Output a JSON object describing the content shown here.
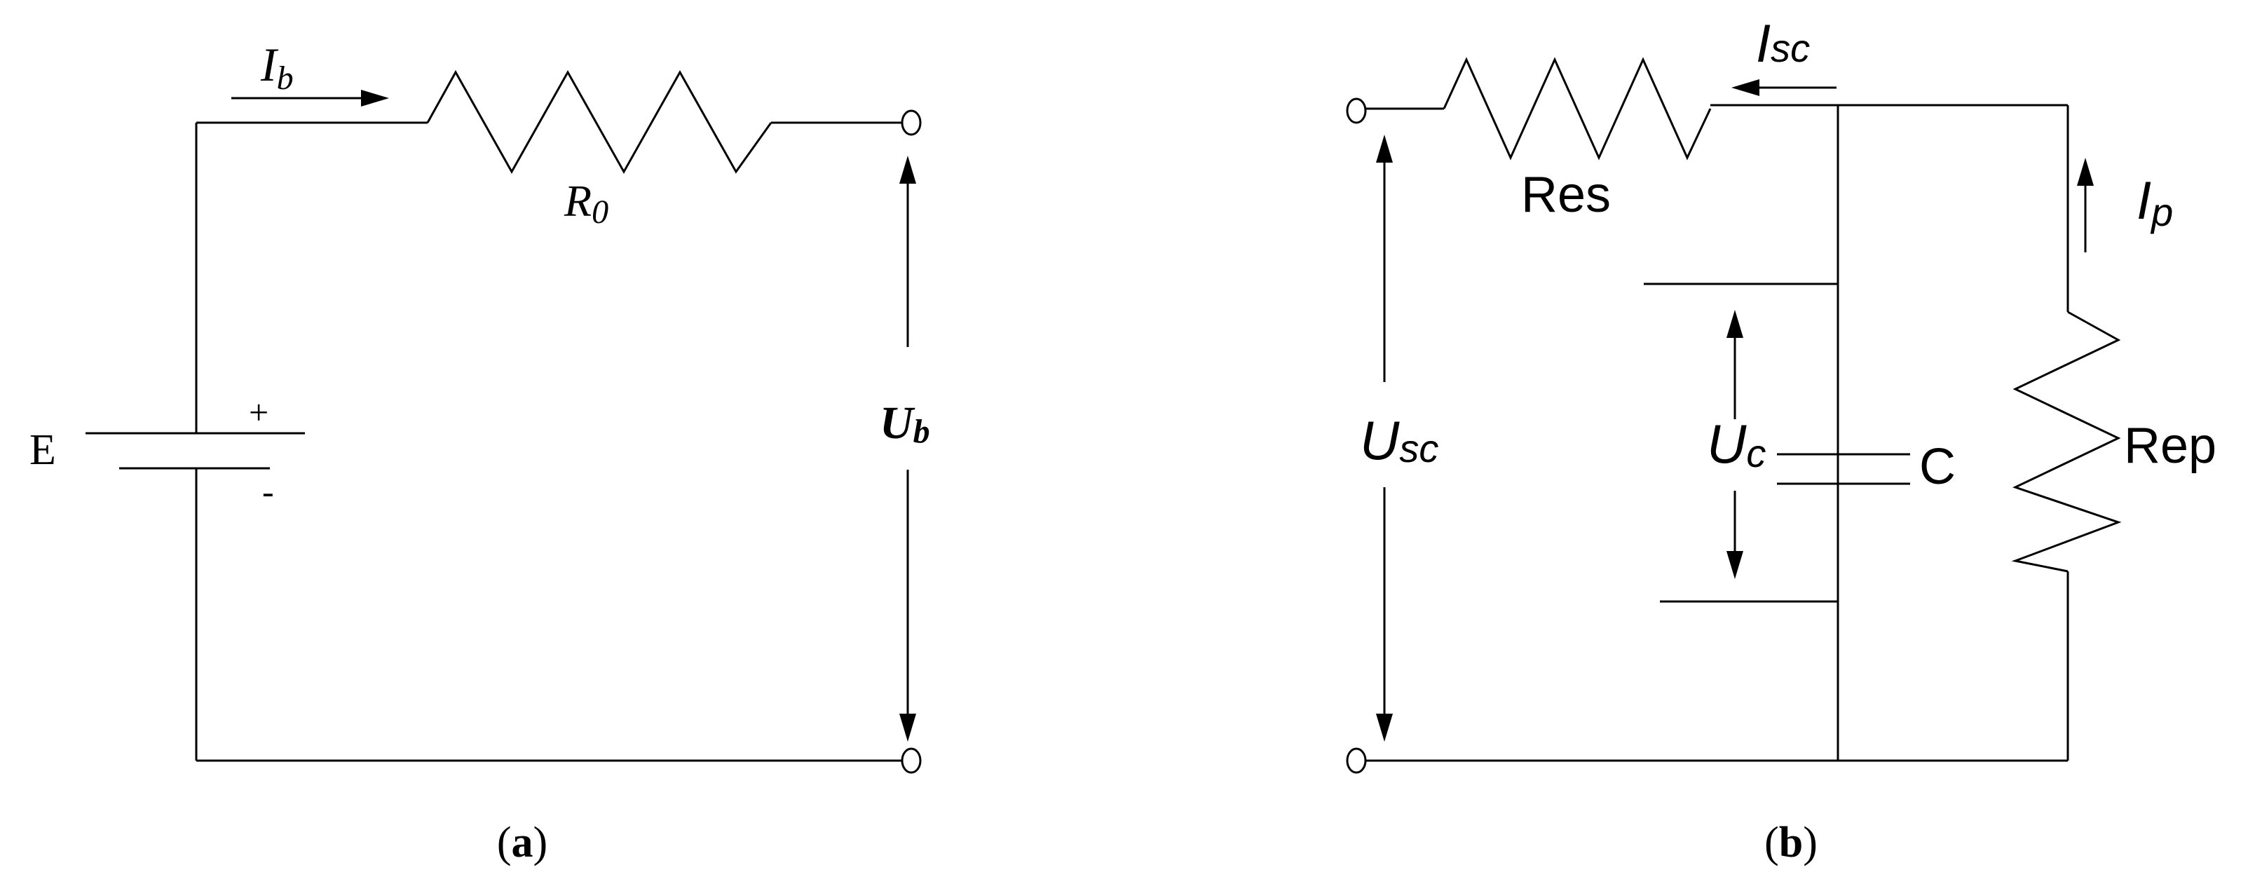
{
  "diagram_a": {
    "caption_open": "(",
    "caption_letter": "a",
    "caption_close": ")",
    "source_label": "E",
    "plus_sign": "+",
    "minus_sign": "-",
    "current_label_main": "I",
    "current_label_sub": "b",
    "resistor_label_main": "R",
    "resistor_label_sub": "0",
    "voltage_label_main": "U",
    "voltage_label_sub": "b"
  },
  "diagram_b": {
    "caption_open": "(",
    "caption_letter": "b",
    "caption_close": ")",
    "series_resistor_label": "Res",
    "parallel_resistor_label": "Rep",
    "capacitor_label": "C",
    "current_sc_main": "I",
    "current_sc_sub": "sc",
    "current_p_main": "I",
    "current_p_sub": "p",
    "voltage_sc_main": "U",
    "voltage_sc_sub": "sc",
    "voltage_c_main": "U",
    "voltage_c_sub": "c"
  }
}
